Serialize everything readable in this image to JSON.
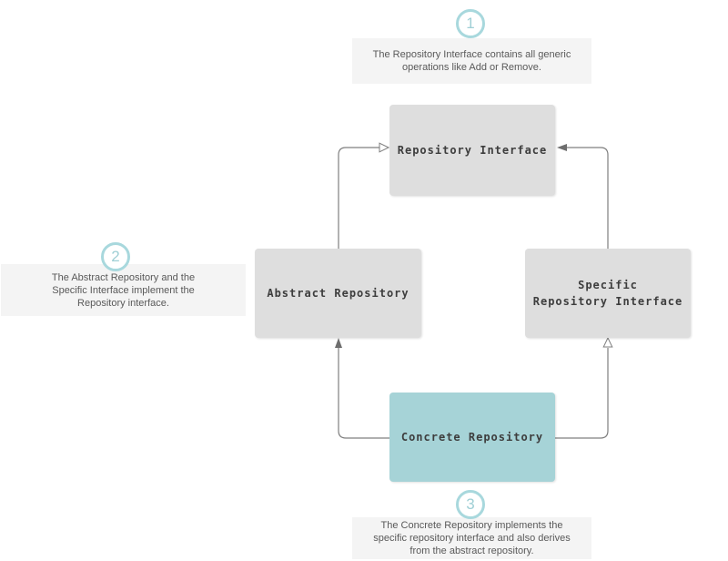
{
  "diagram": {
    "nodes": [
      {
        "id": "repository-interface",
        "label": "Repository Interface",
        "highlighted": false
      },
      {
        "id": "abstract-repository",
        "label": "Abstract Repository",
        "highlighted": false
      },
      {
        "id": "specific-repository-interface",
        "label": "Specific\nRepository Interface",
        "highlighted": false
      },
      {
        "id": "concrete-repository",
        "label": "Concrete Repository",
        "highlighted": true
      }
    ],
    "edges": [
      {
        "from": "abstract-repository",
        "to": "repository-interface",
        "arrowhead": "open-triangle"
      },
      {
        "from": "specific-repository-interface",
        "to": "repository-interface",
        "arrowhead": "solid"
      },
      {
        "from": "concrete-repository",
        "to": "abstract-repository",
        "arrowhead": "solid"
      },
      {
        "from": "concrete-repository",
        "to": "specific-repository-interface",
        "arrowhead": "open-triangle"
      }
    ],
    "annotations": [
      {
        "number": "1",
        "text": "The Repository Interface contains all generic\noperations like Add or Remove."
      },
      {
        "number": "2",
        "text": "The Abstract Repository and the\nSpecific Interface implement the\nRepository interface."
      },
      {
        "number": "3",
        "text": "The Concrete Repository implements the\nspecific repository interface and also derives\nfrom the abstract repository."
      }
    ],
    "colors": {
      "node_fill": "#dedede",
      "node_text": "#3d3d3d",
      "highlight_fill": "#a6d3d7",
      "annotation_bg": "#f4f4f4",
      "annotation_text": "#595959",
      "badge_ring": "#a8d8dd",
      "badge_text": "#9fcfd5",
      "connector": "#7f7f7f"
    }
  }
}
